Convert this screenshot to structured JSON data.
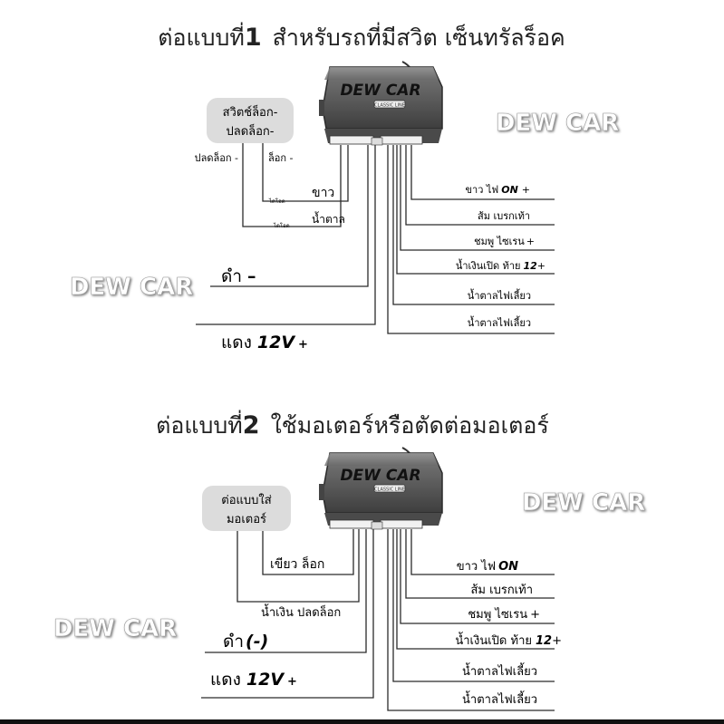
{
  "watermark": "DEW CAR",
  "box_brand": "DEW CAR",
  "box_sticker": "CLASSIC LINE",
  "diagram1": {
    "title_prefix": "ต่อแบบที่",
    "title_number": "1",
    "title_rest": "สำหรับรถที่มีสวิต เซ็นทรัลร็อค",
    "bubble_line1": "สวิตช์ล็อก-",
    "bubble_line2": "ปลดล็อก-",
    "unlock_neg": "ปลดล็อก -",
    "lock_neg": "ล็อก -",
    "diode1": "ไดโอด",
    "diode2": "ไดโอด",
    "white": "ขาว",
    "brown": "น้ำตาล",
    "black_label": "ดำ",
    "black_sign": "–",
    "red_label": "แดง",
    "red_value": "12V",
    "red_sign": "+",
    "outputs": [
      {
        "prefix": "ขาว ไฟ",
        "bold": "ON",
        "suffix": "+"
      },
      {
        "prefix": "ส้ม  เบรกเท้า",
        "bold": "",
        "suffix": ""
      },
      {
        "prefix": "ชมพู   ไซเรน",
        "bold": "",
        "suffix": "+"
      },
      {
        "prefix": "น้ำเงินเปิด ท้าย",
        "bold": "12",
        "suffix": "+"
      },
      {
        "prefix": "น้ำตาลไฟเลี้ยว",
        "bold": "",
        "suffix": ""
      },
      {
        "prefix": "น้ำตาลไฟเลี้ยว",
        "bold": "",
        "suffix": ""
      }
    ]
  },
  "diagram2": {
    "title_prefix": "ต่อแบบที่",
    "title_number": "2",
    "title_rest": "ใช้มอเตอร์หรือตัดต่อมอเตอร์",
    "bubble_line1": "ต่อแบบใส่",
    "bubble_line2": "มอเตอร์",
    "green_lock": "เขียว  ล็อก",
    "blue_unlock": "น้ำเงิน ปลดล็อก",
    "black_label": "ดำ",
    "black_sign": "(-)",
    "red_label": "แดง",
    "red_value": "12V",
    "red_sign": "+",
    "outputs": [
      {
        "prefix": "ขาว ไฟ",
        "bold": "ON",
        "suffix": ""
      },
      {
        "prefix": "ส้ม   เบรกเท้า",
        "bold": "",
        "suffix": ""
      },
      {
        "prefix": "ชมพู    ไซเรน",
        "bold": "",
        "suffix": "+"
      },
      {
        "prefix": "น้ำเงินเปิด ท้าย",
        "bold": "12",
        "suffix": "+"
      },
      {
        "prefix": "น้ำตาลไฟเลี้ยว",
        "bold": "",
        "suffix": ""
      },
      {
        "prefix": "น้ำตาลไฟเลี้ยว",
        "bold": "",
        "suffix": ""
      }
    ]
  },
  "colors": {
    "wire": "#2b2b2b",
    "box": "#5a5a5a",
    "bubble": "#dcdcdc",
    "watermark": "#ffffff"
  }
}
